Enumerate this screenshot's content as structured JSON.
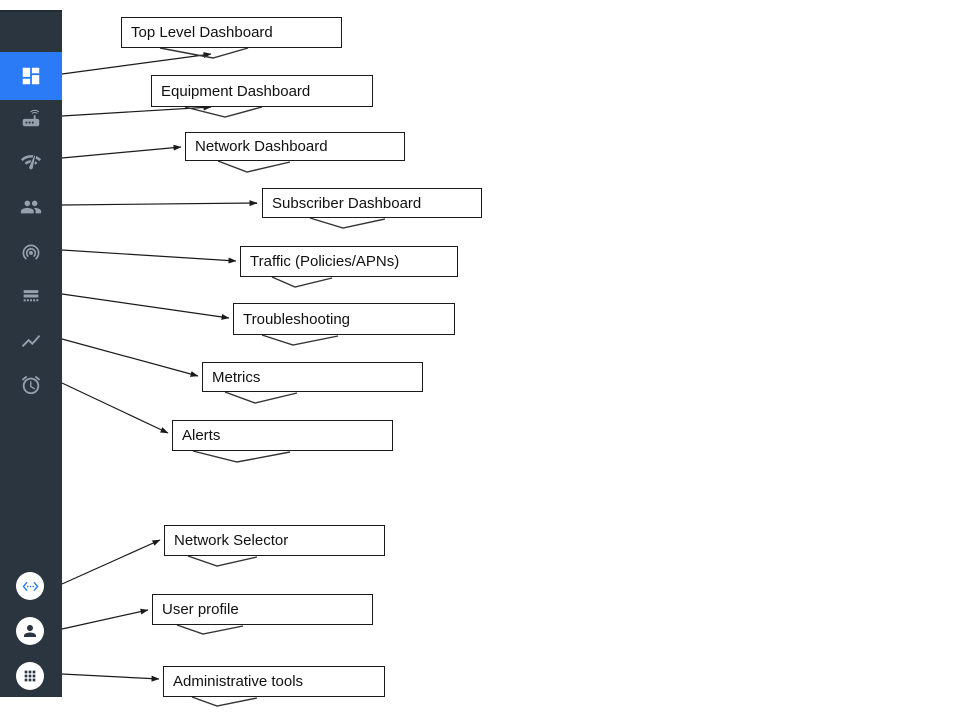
{
  "colors": {
    "sidebar_bg": "#2b3540",
    "selected_blue": "#2b7bf6",
    "icon_gray": "#96a0ad",
    "circle_bg": "#ffffff",
    "accent_blue": "#2b7bf6",
    "callout_border": "#1a1a1a",
    "callout_text": "#111111",
    "connector": "#1a1a1a"
  },
  "sidebar": {
    "items": [
      {
        "icon": "dashboard-icon",
        "selected": true
      },
      {
        "icon": "router-icon",
        "selected": false
      },
      {
        "icon": "network-check-icon",
        "selected": false
      },
      {
        "icon": "subscribers-people-icon",
        "selected": false
      },
      {
        "icon": "wifi-tethering-icon",
        "selected": false
      },
      {
        "icon": "logs-table-icon",
        "selected": false
      },
      {
        "icon": "metrics-chart-icon",
        "selected": false
      },
      {
        "icon": "alarm-clock-icon",
        "selected": false
      }
    ],
    "bottom_items": [
      {
        "icon": "network-selector-code-icon"
      },
      {
        "icon": "user-profile-person-icon"
      },
      {
        "icon": "admin-tools-grid-icon"
      }
    ]
  },
  "callouts": [
    {
      "label": "Top Level Dashboard"
    },
    {
      "label": "Equipment Dashboard"
    },
    {
      "label": "Network Dashboard"
    },
    {
      "label": "Subscriber Dashboard"
    },
    {
      "label": "Traffic (Policies/APNs)"
    },
    {
      "label": "Troubleshooting"
    },
    {
      "label": "Metrics"
    },
    {
      "label": "Alerts"
    },
    {
      "label": "Network Selector"
    },
    {
      "label": "User profile"
    },
    {
      "label": "Administrative tools"
    }
  ]
}
